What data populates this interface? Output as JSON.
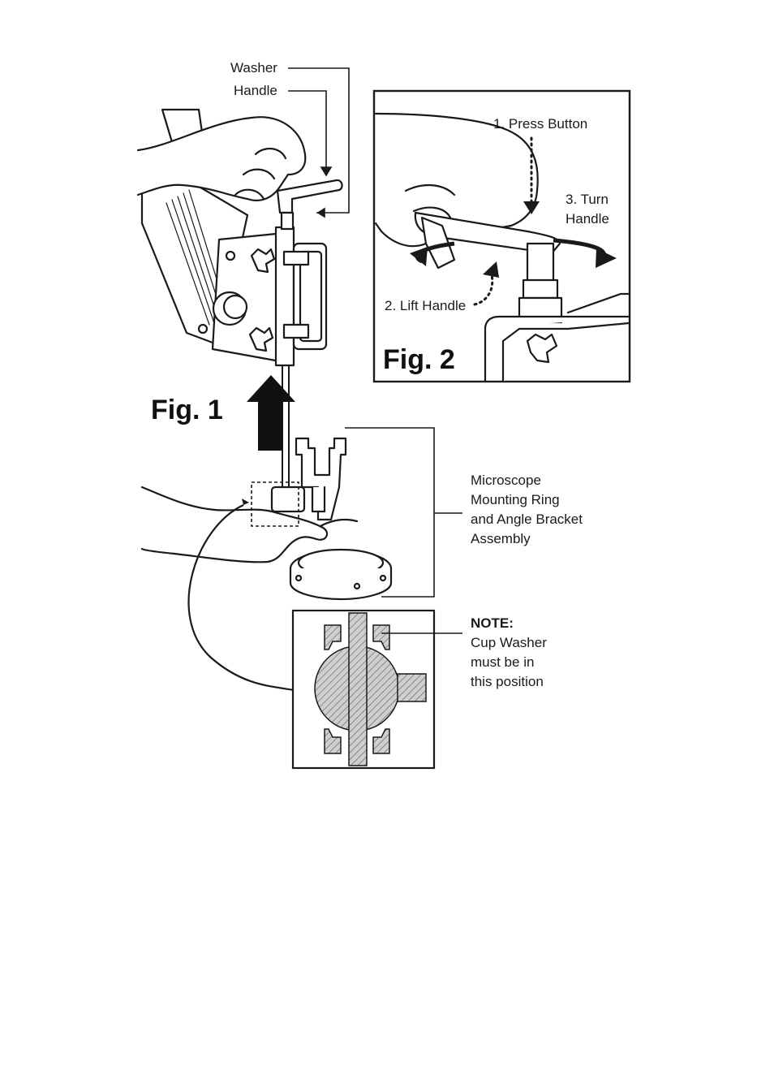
{
  "labels": {
    "washer": "Washer",
    "handle": "Handle",
    "fig1": "Fig. 1",
    "fig2": "Fig. 2",
    "press_button": "1. Press Button",
    "lift_handle": "2. Lift Handle",
    "turn_handle_line1": "3. Turn",
    "turn_handle_line2": "Handle",
    "assembly_line1": "Microscope",
    "assembly_line2": "Mounting Ring",
    "assembly_line3": "and Angle Bracket",
    "assembly_line4": "Assembly",
    "note_title": "NOTE:",
    "note_line1": "Cup Washer",
    "note_line2": "must be in",
    "note_line3": "this position"
  },
  "colors": {
    "ink": "#1a1a1a",
    "paper": "#ffffff",
    "hatch_fill": "#bdbdbd"
  },
  "icons": {
    "fig1_arrow": "arrow-up-icon",
    "fig2_rotation": "rotate-arrows-icon"
  }
}
